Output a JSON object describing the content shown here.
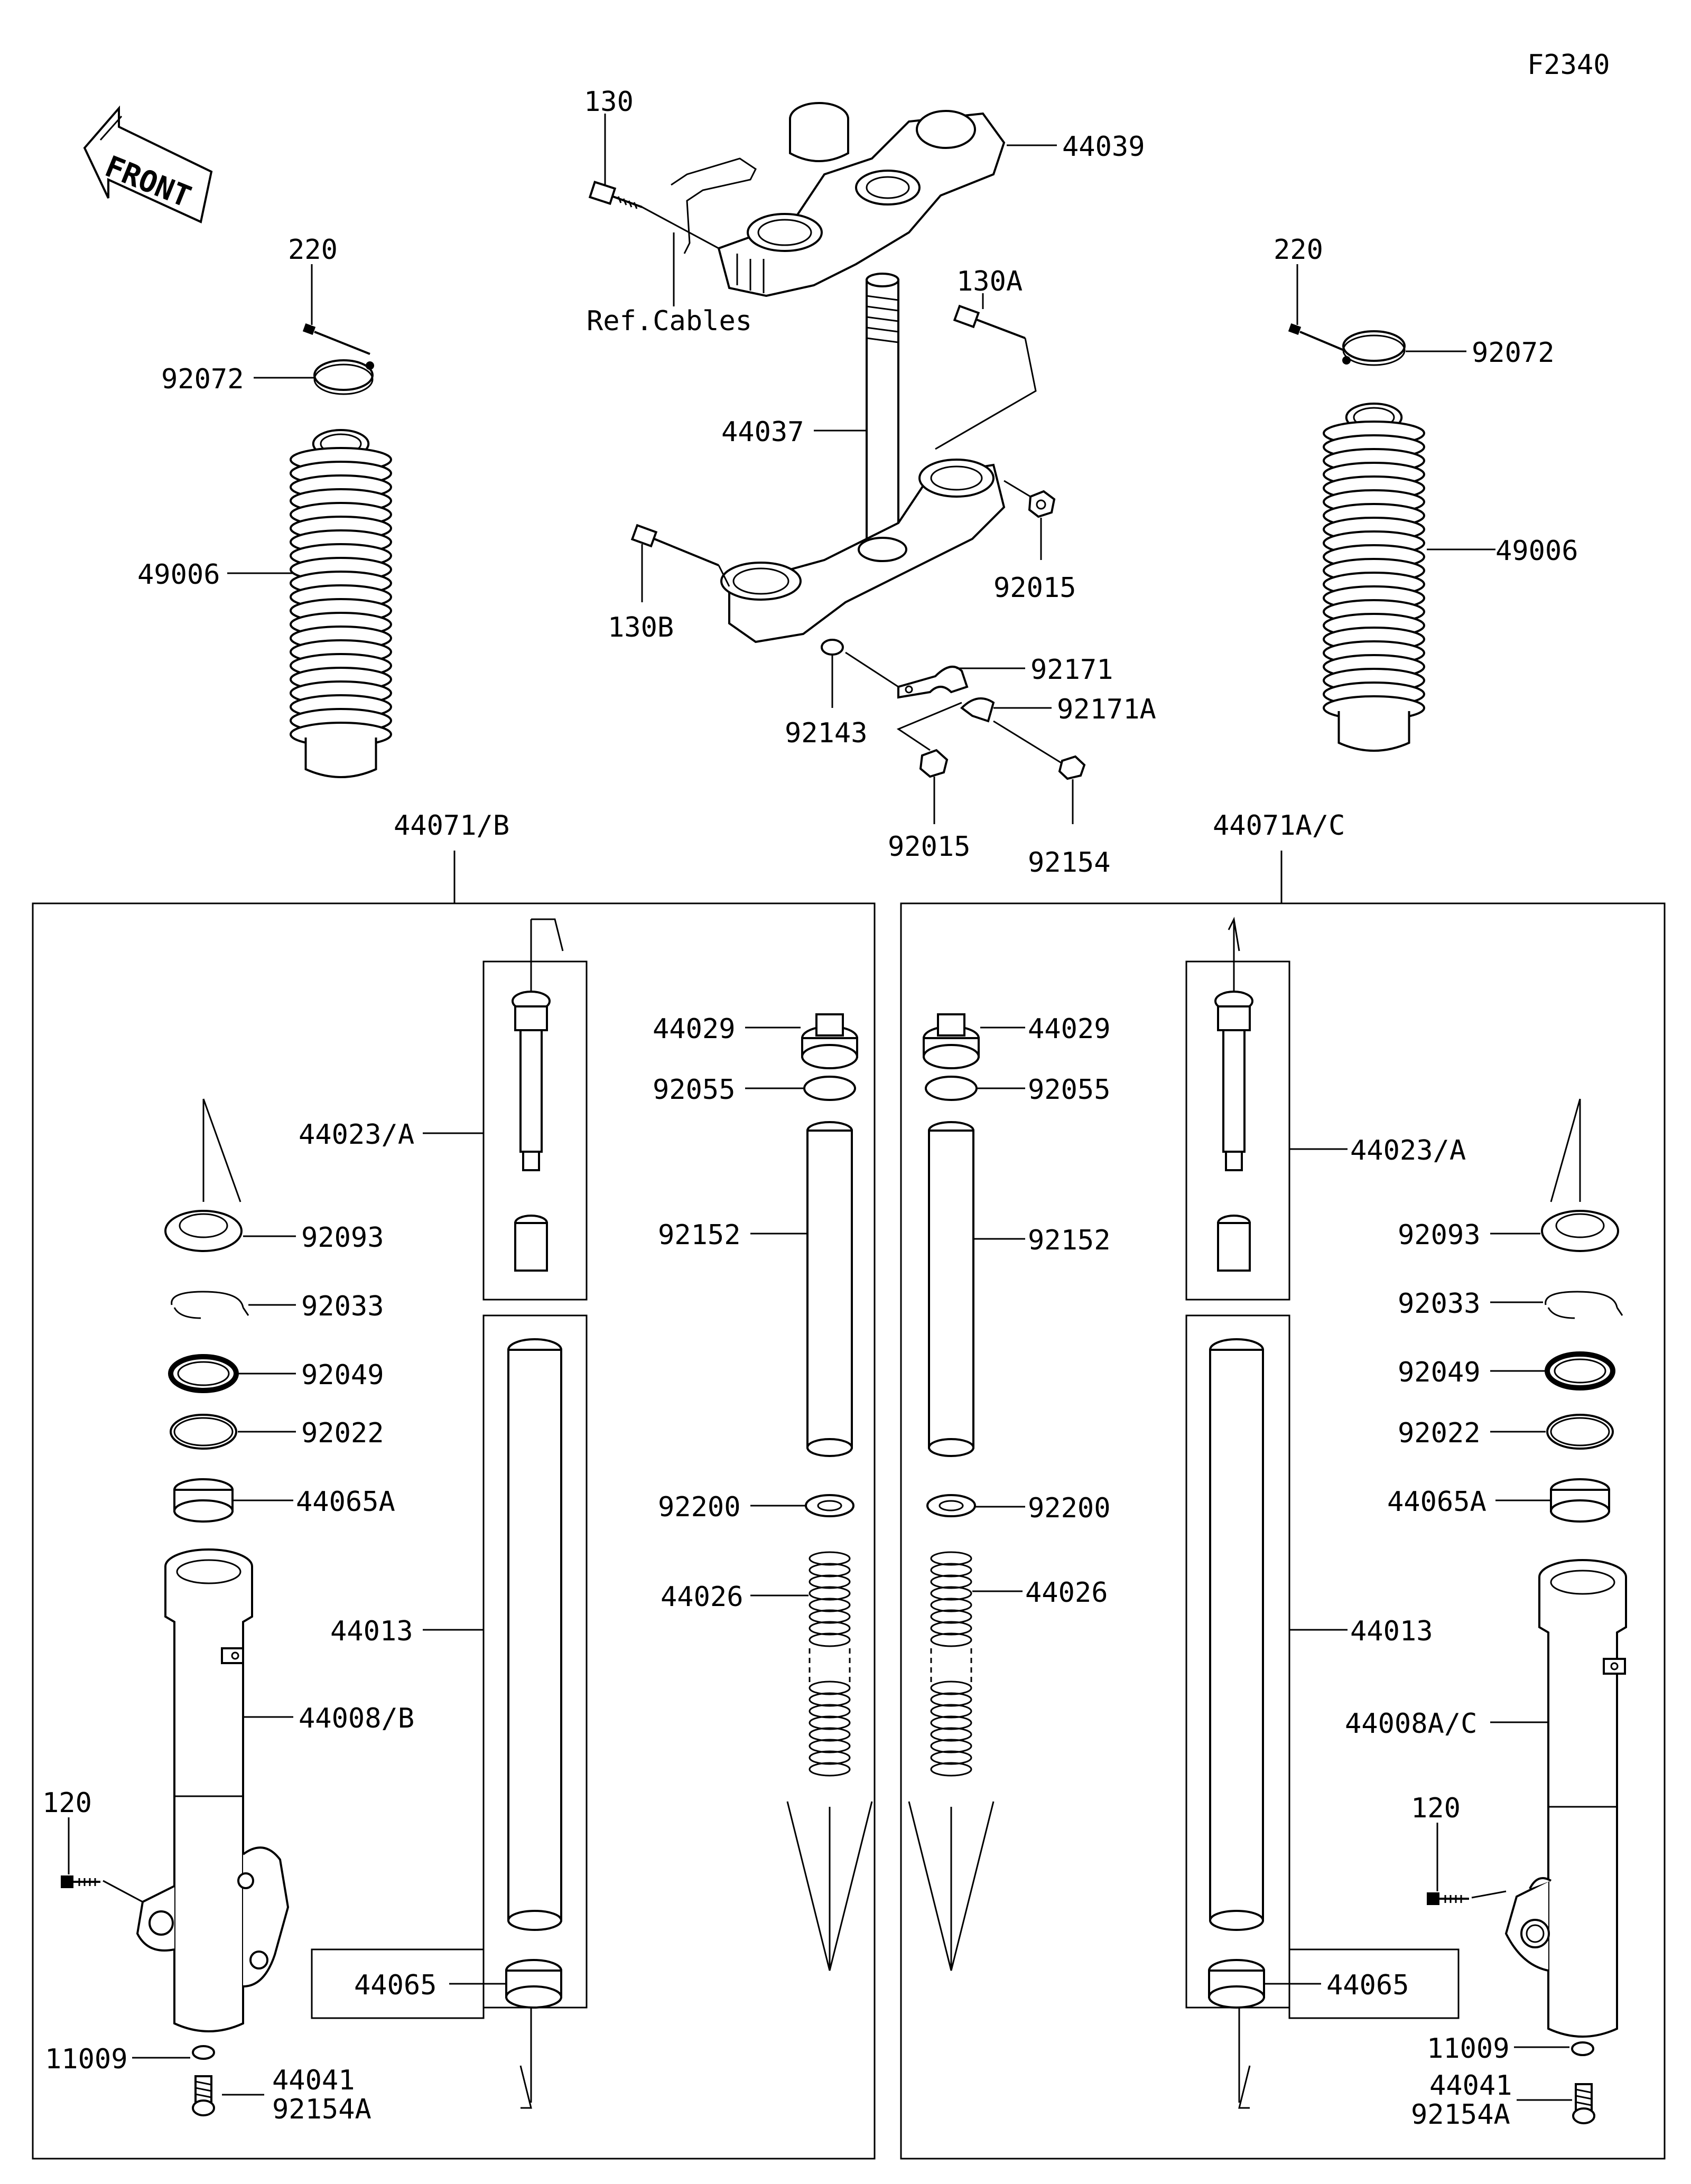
{
  "figure_code": "F2340",
  "front_label": "FRONT",
  "labels": {
    "l_130": "130",
    "l_44039": "44039",
    "l_refcables": "Ref.Cables",
    "l_130a": "130A",
    "l_44037": "44037",
    "l_130b": "130B",
    "l_92015_top": "92015",
    "l_92171": "92171",
    "l_92171a": "92171A",
    "l_92143": "92143",
    "l_92015_bot": "92015",
    "l_92154": "92154",
    "l_220_left": "220",
    "l_92072_left": "92072",
    "l_49006_left": "49006",
    "l_220_right": "220",
    "l_92072_right": "92072",
    "l_49006_right": "49006",
    "l_44071b": "44071/B",
    "l_44071ac": "44071A/C",
    "L_44029": "44029",
    "L_92055": "92055",
    "L_44023": "44023/A",
    "L_92093": "92093",
    "L_92033": "92033",
    "L_92049": "92049",
    "L_92022": "92022",
    "L_44065A": "44065A",
    "L_92152": "92152",
    "L_92200": "92200",
    "L_44026": "44026",
    "L_44013": "44013",
    "L_44008": "44008/B",
    "L_120": "120",
    "L_44065": "44065",
    "L_11009": "11009",
    "L_44041": "44041",
    "L_92154A": "92154A",
    "R_44029": "44029",
    "R_92055": "92055",
    "R_44023": "44023/A",
    "R_92093": "92093",
    "R_92033": "92033",
    "R_92049": "92049",
    "R_92022": "92022",
    "R_44065A": "44065A",
    "R_92152": "92152",
    "R_92200": "92200",
    "R_44026": "44026",
    "R_44013": "44013",
    "R_44008": "44008A/C",
    "R_120": "120",
    "R_44065": "44065",
    "R_11009": "11009",
    "R_44041": "44041",
    "R_92154A": "92154A"
  }
}
